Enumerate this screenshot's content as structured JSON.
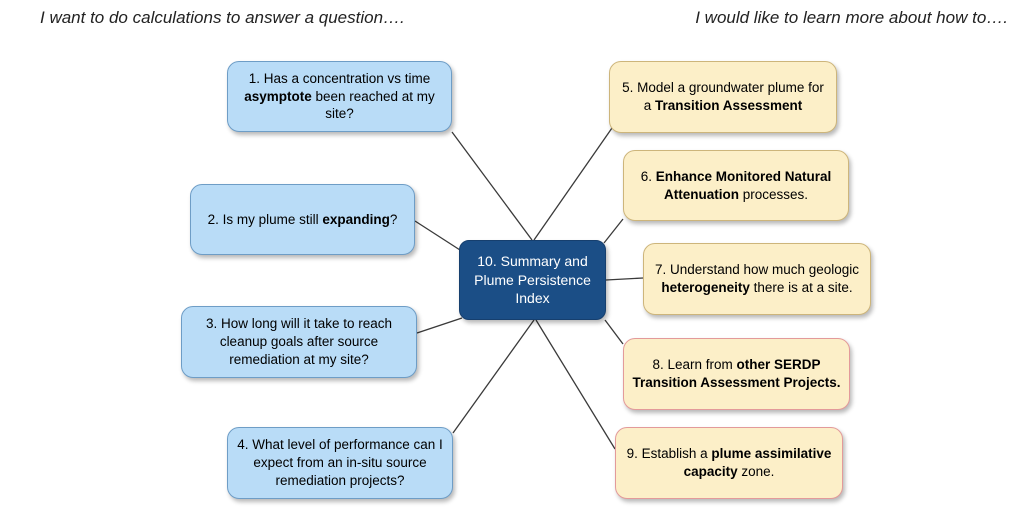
{
  "headings": {
    "left": "I want to do calculations to answer a question….",
    "right": "I would like to learn more about how to…."
  },
  "center": {
    "line1": "10. Summary and",
    "line2": "Plume Persistence",
    "line3": "Index"
  },
  "questions": [
    {
      "pre": "1. Has a concentration vs time ",
      "bold": "asymptote",
      "post": " been reached at my site?"
    },
    {
      "pre": "2. Is my plume still ",
      "bold": "expanding",
      "post": "?"
    },
    {
      "pre": "3. How long will it take to reach cleanup goals after source remediation at my site?",
      "bold": "",
      "post": ""
    },
    {
      "pre": "4. What level of performance can I expect from an in-situ source remediation projects?",
      "bold": "",
      "post": ""
    }
  ],
  "topics": [
    {
      "pre": "5. Model a groundwater plume for a ",
      "bold": "Transition Assessment",
      "post": ""
    },
    {
      "pre": "6. ",
      "bold": "Enhance Monitored Natural Attenuation",
      "post": " processes."
    },
    {
      "pre": "7. Understand how much geologic ",
      "bold": "heterogeneity",
      "post": " there is at a site."
    },
    {
      "pre": "8. Learn from ",
      "bold": "other SERDP Transition Assessment Projects.",
      "post": ""
    },
    {
      "pre": "9. Establish a ",
      "bold": "plume assimilative capacity",
      "post": " zone."
    }
  ],
  "colors": {
    "question_fill": "#b9dcf7",
    "topic_fill": "#fcefc8",
    "center_fill": "#1b4e86",
    "connector": "#3a3a3a"
  }
}
